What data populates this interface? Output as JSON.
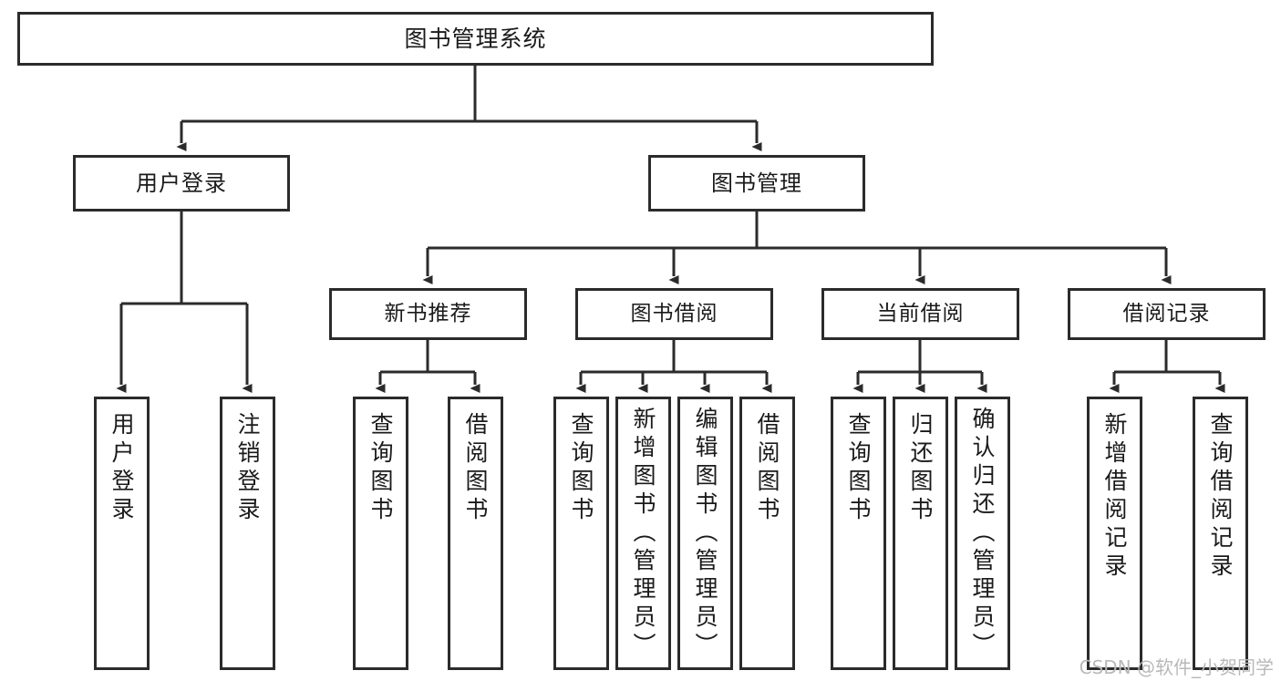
{
  "diagram": {
    "type": "tree",
    "title": "图书管理系统",
    "orientation": "top-down",
    "box_border_color": "#2b2b2b",
    "box_fill_color": "#ffffff",
    "connector_color": "#2b2b2b",
    "background_color": "#ffffff"
  },
  "root": {
    "label": "图书管理系统"
  },
  "level2": [
    {
      "label": "用户登录"
    },
    {
      "label": "图书管理"
    }
  ],
  "level3": [
    {
      "label": "新书推荐"
    },
    {
      "label": "图书借阅"
    },
    {
      "label": "当前借阅"
    },
    {
      "label": "借阅记录"
    }
  ],
  "leaves": {
    "user_login": [
      {
        "label": "用户登录"
      },
      {
        "label": "注销登录"
      }
    ],
    "new_book_recommend": [
      {
        "label": "查询图书"
      },
      {
        "label": "借阅图书"
      }
    ],
    "book_borrow": [
      {
        "label": "查询图书"
      },
      {
        "label": "新增图书（管理员）"
      },
      {
        "label": "编辑图书（管理员）"
      },
      {
        "label": "借阅图书"
      }
    ],
    "current_borrow": [
      {
        "label": "查询图书"
      },
      {
        "label": "归还图书"
      },
      {
        "label": "确认归还（管理员）"
      }
    ],
    "borrow_record": [
      {
        "label": "新增借阅记录"
      },
      {
        "label": "查询借阅记录"
      }
    ]
  },
  "watermark": {
    "text": "CSDN @软件_小贺同学"
  }
}
